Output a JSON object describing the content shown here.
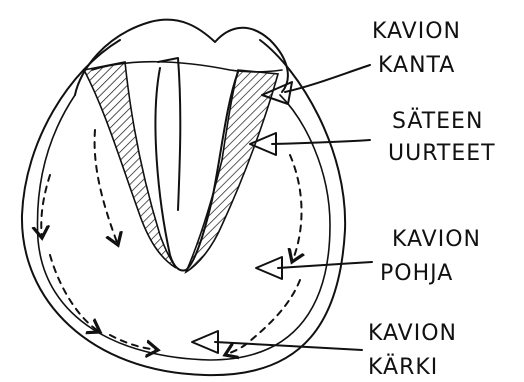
{
  "labels": {
    "heel": [
      "KAVION",
      "KANTA"
    ],
    "grooves": [
      "SÄTEEN",
      "UURTEET"
    ],
    "sole": [
      "KAVION",
      "POHJA"
    ],
    "toe": [
      "KAVION",
      "KÄRKI"
    ]
  },
  "icons": {
    "arrow": "hollow-triangle-arrow-icon",
    "flow": "dashed-arrow-icon"
  },
  "colors": {
    "ink": "#111111",
    "paper": "#ffffff"
  }
}
